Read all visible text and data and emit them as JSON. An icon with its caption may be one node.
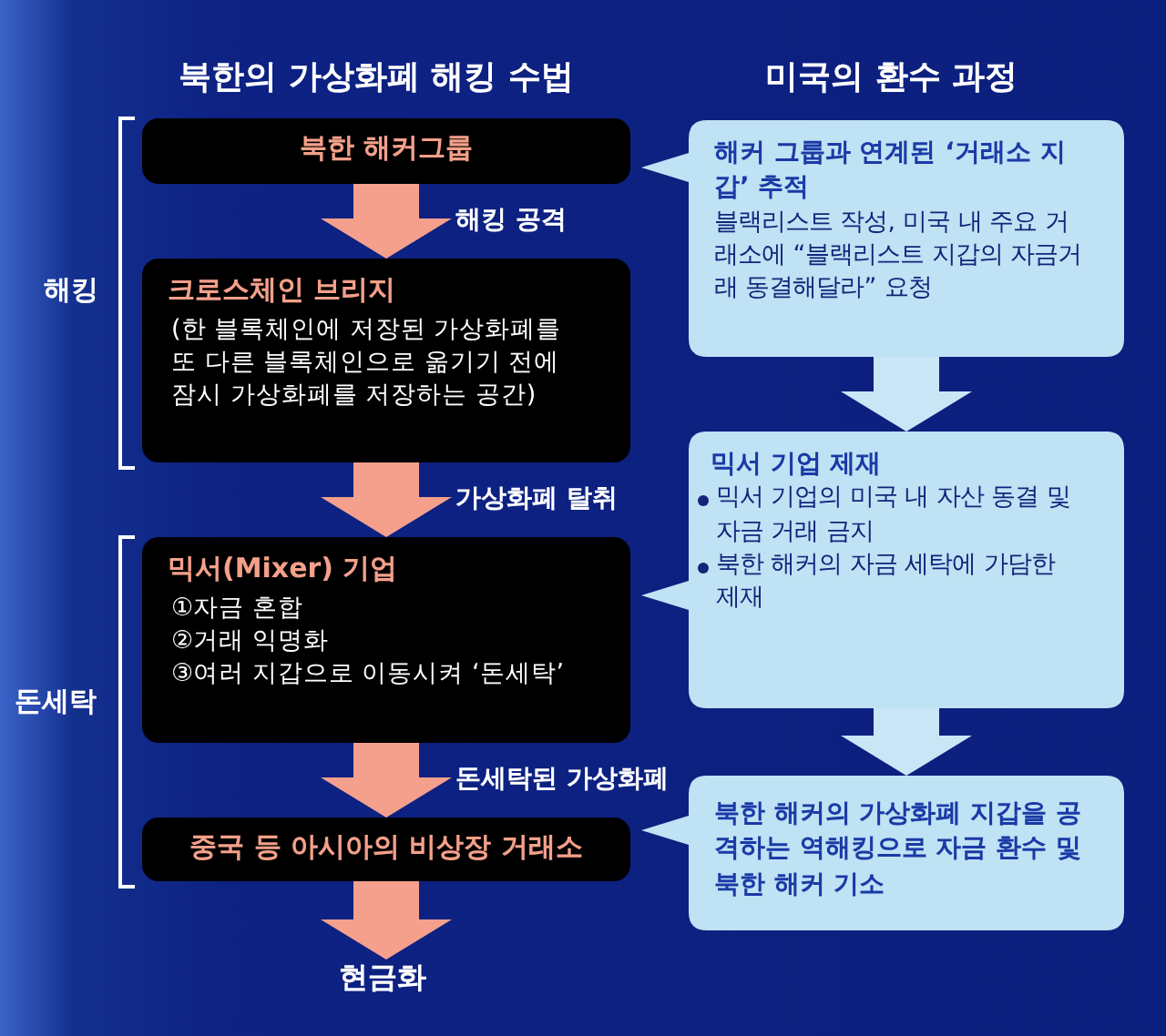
{
  "diagram": {
    "nodes": [
      {
        "text": [
          "북한 해커그룹"
        ]
      },
      {
        "text": [
          "크로스체인 브리지",
          "(한 블록체인에 저장된 가상화폐를 또 다른 블록체인으로 옮기기 전에 잠시 가상화폐를 저장하는 공간)"
        ]
      },
      {
        "text": [
          "믹서(Mixer) 기업",
          "①자금 혼합",
          "②거래 익명화",
          "③여러 지갑으로 이동시켜 ‘돈세탁’"
        ]
      },
      {
        "text": [
          "중국 등 아시아의 비상장 거래소"
        ]
      },
      {
        "text": [
          "현금화"
        ]
      },
      {
        "text": [
          "해커 그룹과 연계된 ‘거래소 지갑’ 추적",
          "블랙리스트 작성, 미국 내 주요 거래소에 “블랙리스트 지갑의 자금거래 동결해달라” 요청"
        ]
      },
      {
        "text": [
          "믹서 기업 제재",
          "믹서 기업의 미국 내 자산 동결 및 자금 거래 금지",
          "북한 해커의 자금 세탁에 가담한 제재"
        ]
      },
      {
        "text": [
          "북한 해커의 가상화폐 지갑을 공격하는 역해킹으로 자금 환수 및 북한 해커 기소"
        ]
      }
    ],
    "edges": [
      {
        "from": 0,
        "to": 1,
        "arrow": "to",
        "label": "해킹 공격",
        "style": "thick"
      },
      {
        "from": 1,
        "to": 2,
        "arrow": "to",
        "label": "가상화폐 탈취",
        "style": "thick"
      },
      {
        "from": 2,
        "to": 3,
        "arrow": "to",
        "label": "돈세탁된 가상화폐",
        "style": "thick"
      },
      {
        "from": 3,
        "to": 4,
        "arrow": "to",
        "style": "thick"
      },
      {
        "from": 5,
        "to": 6,
        "arrow": "to",
        "style": "thick",
        "color": "#c9e6f6"
      },
      {
        "from": 6,
        "to": 7,
        "arrow": "to",
        "style": "thick",
        "color": "#c9e6f6"
      }
    ],
    "labels": [
      "북한의 가상화폐 해킹 수법",
      "미국의 환수 과정",
      "해킹",
      "돈세탁"
    ]
  }
}
